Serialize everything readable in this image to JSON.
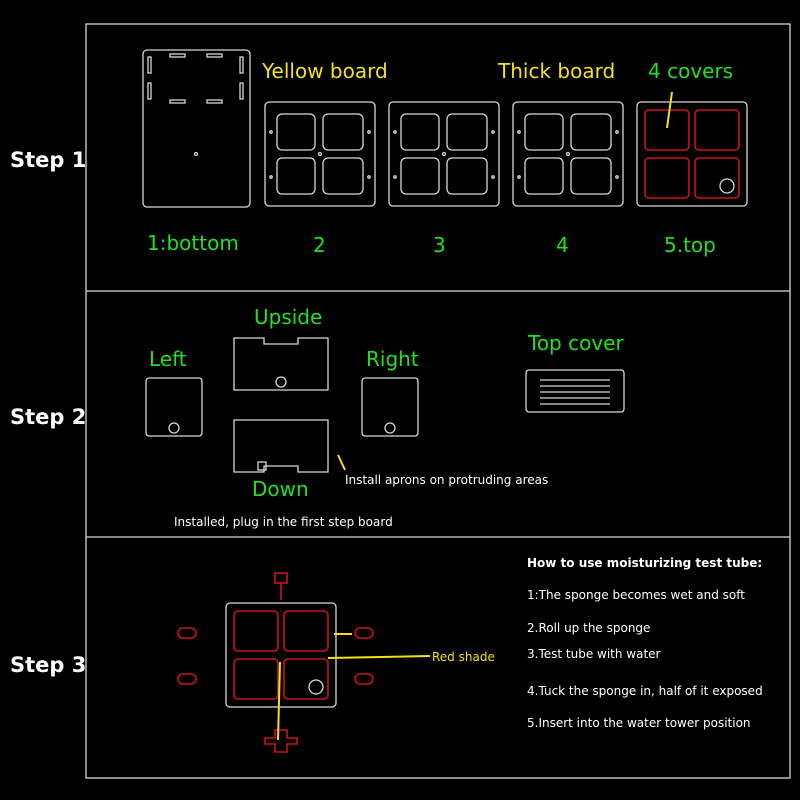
{
  "steps": [
    "Step 1",
    "Step 2",
    "Step 3"
  ],
  "step1": {
    "yellow_board": "Yellow board",
    "thick_board": "Thick board",
    "covers": "4 covers",
    "labels": [
      "1:bottom",
      "2",
      "3",
      "4",
      "5.top"
    ]
  },
  "step2": {
    "upside": "Upside",
    "left": "Left",
    "right": "Right",
    "down": "Down",
    "top_cover": "Top cover",
    "aprons_note": "Install aprons on protruding areas",
    "installed_note": "Installed, plug in the first step board"
  },
  "step3": {
    "red_shade": "Red shade",
    "howto_title": "How to use moisturizing test tube:",
    "howto_items": [
      "1:The sponge becomes wet and soft",
      "2.Roll up the sponge",
      "3.Test tube with water",
      "4.Tuck the sponge in, half of it exposed",
      "5.Insert into the water tower position"
    ]
  },
  "colors": {
    "green": "#22e022",
    "yellow": "#f2e21a",
    "red": "#c8141e",
    "line": "#d8d8d8"
  }
}
